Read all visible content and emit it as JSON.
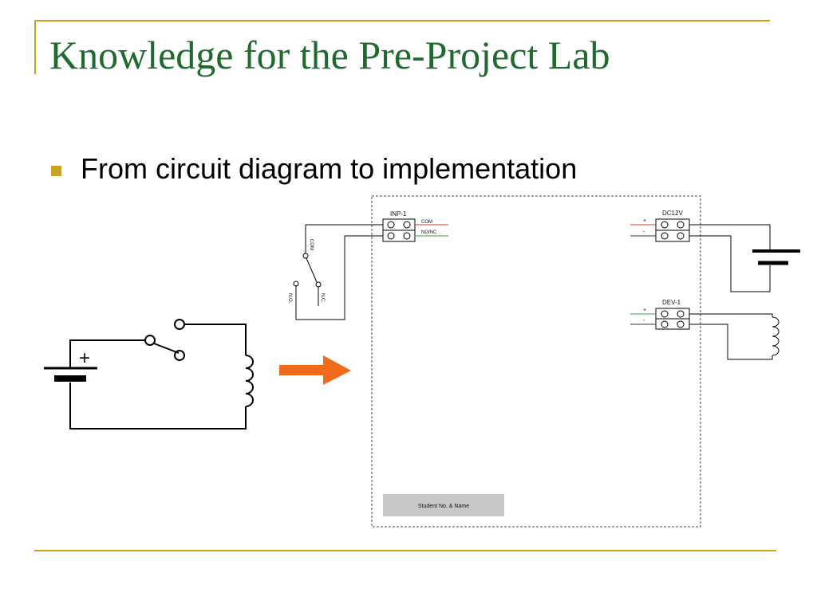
{
  "slide": {
    "title": "Knowledge for the Pre-Project Lab",
    "bullet": "From circuit diagram to implementation"
  },
  "colors": {
    "accent": "#d4a017",
    "title": "#1f6b2f",
    "bullet": "#c9a227",
    "arrow": "#f26a1b",
    "wire_red": "#d9382a",
    "wire_green": "#3aa14a"
  },
  "schematic": {
    "plus_sign": "+"
  },
  "board": {
    "inp": {
      "label": "INP-1",
      "pin1": "COM",
      "pin2": "NO/NC"
    },
    "switch": {
      "com": "COM",
      "no": "N.O.",
      "nc": "N.C."
    },
    "dc": {
      "label": "DC12V",
      "plus": "+",
      "minus": "-"
    },
    "dev": {
      "label": "DEV-1",
      "plus": "+",
      "minus": "-"
    },
    "student_box": "Student No. & Name"
  }
}
